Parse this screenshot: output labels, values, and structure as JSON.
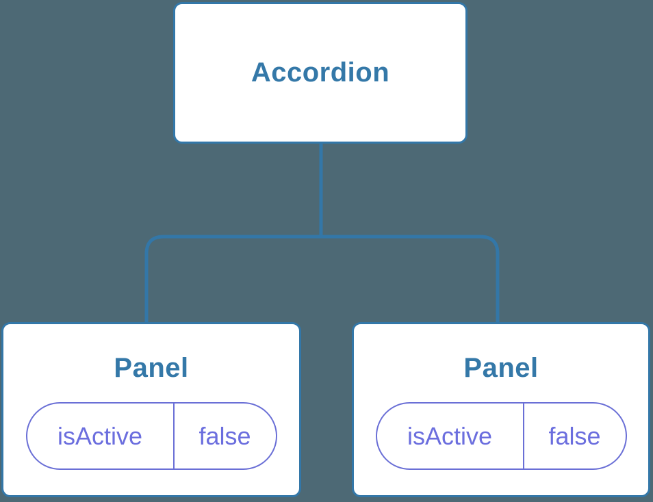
{
  "diagram": {
    "root": {
      "label": "Accordion"
    },
    "children": [
      {
        "label": "Panel",
        "state": {
          "key": "isActive",
          "value": "false"
        }
      },
      {
        "label": "Panel",
        "state": {
          "key": "isActive",
          "value": "false"
        }
      }
    ]
  },
  "colors": {
    "background": "#4d6975",
    "connector": "#3377a8",
    "node_border": "#3377a8",
    "node_fill": "#ffffff",
    "node_label": "#3478a8",
    "state_pill": "#6a6fd6",
    "state_text": "#6b6ede"
  }
}
